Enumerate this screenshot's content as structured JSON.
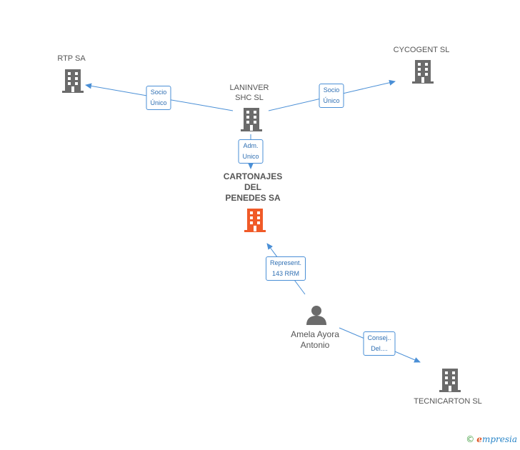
{
  "colors": {
    "edge": "#4a8fd6",
    "building": "#6b6b6b",
    "building_main": "#f05a28",
    "person": "#6b6b6b"
  },
  "nodes": {
    "rtp": {
      "label": "RTP SA",
      "icon": "building-icon"
    },
    "cycogent": {
      "label": "CYCOGENT SL",
      "icon": "building-icon"
    },
    "laninver": {
      "line1": "LANINVER",
      "line2": "SHC  SL",
      "icon": "building-icon"
    },
    "cartonajes": {
      "line1": "CARTONAJES",
      "line2": "DEL",
      "line3": "PENEDES SA",
      "icon": "building-icon"
    },
    "amela": {
      "line1": "Amela Ayora",
      "line2": "Antonio",
      "icon": "person-icon"
    },
    "tecnicarton": {
      "label": "TECNICARTON SL",
      "icon": "building-icon"
    }
  },
  "edges": {
    "laninver_rtp": {
      "line1": "Socio",
      "line2": "Único"
    },
    "laninver_cycogent": {
      "line1": "Socio",
      "line2": "Único"
    },
    "laninver_cartonajes": {
      "line1": "Adm.",
      "line2": "Unico"
    },
    "amela_cartonajes": {
      "line1": "Represent.",
      "line2": "143 RRM"
    },
    "amela_tecnicarton": {
      "line1": "Consej..",
      "line2": "Del...."
    }
  },
  "brand": {
    "copyright": "©",
    "name_initial": "e",
    "name_rest": "mpresia"
  }
}
